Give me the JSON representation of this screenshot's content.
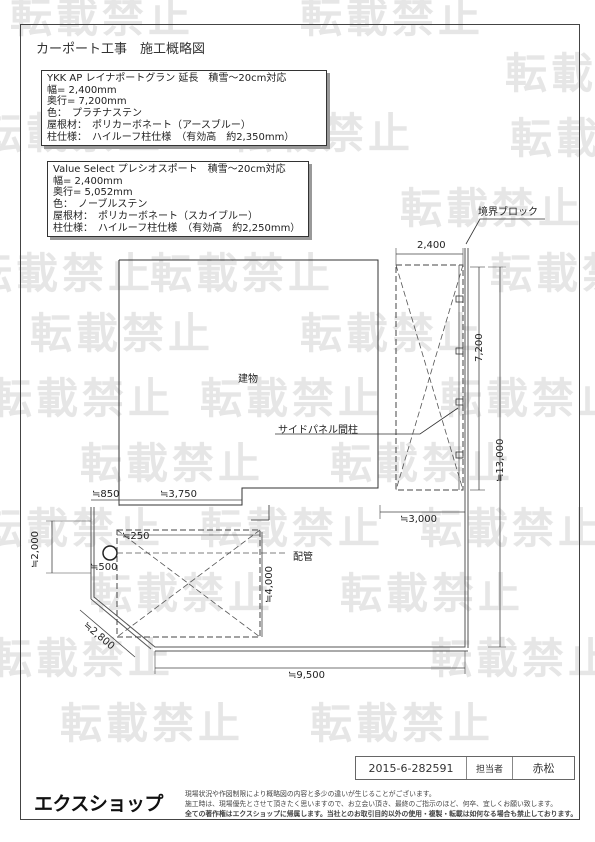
{
  "watermark": "転載禁止",
  "title": "カーポート工事　施工概略図",
  "spec1": {
    "lines": [
      "YKK AP レイナポートグラン 延長　積雪～20cm対応",
      "幅= 2,400mm",
      "奥行= 7,200mm",
      "色：　プラチナステン",
      "屋根材：　ポリカーボネート（アースブルー）",
      "柱仕様：　ハイルーフ柱仕様　（有効高　約2,350mm）"
    ]
  },
  "spec2": {
    "lines": [
      "Value Select プレシオスポート　積雪～20cm対応",
      "幅= 2,400mm",
      "奥行= 5,052mm",
      "色：　ノーブルステン",
      "屋根材：　ポリカーボネート（スカイブルー）",
      "柱仕様：　ハイルーフ柱仕様　（有効高　約2,250mm）"
    ]
  },
  "labels": {
    "boundary_block": "境界ブロック",
    "building": "建物",
    "side_panel_post": "サイドパネル間柱",
    "piping": "配管",
    "dim_2400": "2,400",
    "dim_7200": "7,200",
    "dim_13000": "≒13,000",
    "dim_3000": "≒3,000",
    "dim_850": "≒850",
    "dim_3750": "≒3,750",
    "dim_250": "≒250",
    "dim_2000": "≒2,000",
    "dim_500": "≒500",
    "dim_4000": "≒4,000",
    "dim_2800": "≒2,800",
    "dim_9500": "≒9,500"
  },
  "footer": {
    "doc_no": "2015-6-282591",
    "person_label": "担当者",
    "person": "赤松",
    "logo": "エクスショップ",
    "notes": [
      "現場状況や作図制限により概略図の内容と多少の違いが生じることがございます。",
      "施工時は、現場優先とさせて頂きたく思いますので、お立会い頂き、最終のご指示のほど、何卒、宜しくお願い致します。",
      "全ての著作権はエクスショップに帰属します。当社とのお取引目的以外の使用・複製・転載は如何なる場合も禁止しております。"
    ]
  }
}
